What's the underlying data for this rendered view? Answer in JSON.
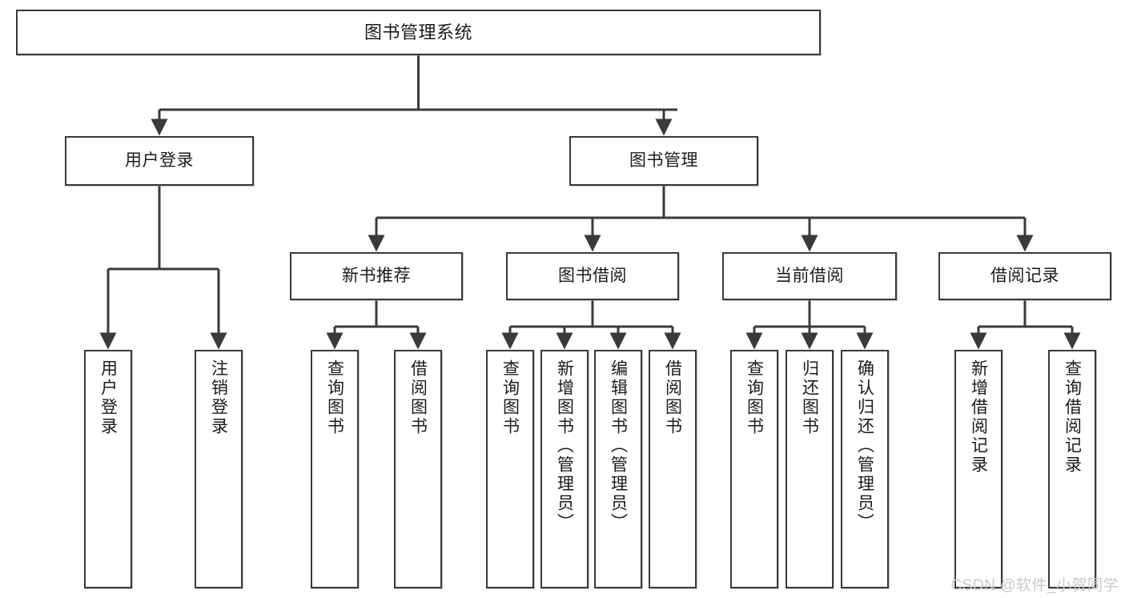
{
  "diagram": {
    "title": "图书管理系统",
    "watermark": "CSDN @软件_小贺同学",
    "type": "tree",
    "line_color": "#3a3a3a",
    "box_fill": "#ffffff",
    "text_color": "#1b1b1b",
    "root": {
      "id": "root",
      "label": "图书管理系统"
    },
    "level2": [
      {
        "id": "user-login",
        "label": "用户登录"
      },
      {
        "id": "book-manage",
        "label": "图书管理"
      }
    ],
    "level3": [
      {
        "id": "new-book-recommend",
        "label": "新书推荐",
        "parent": "book-manage"
      },
      {
        "id": "book-borrow",
        "label": "图书借阅",
        "parent": "book-manage"
      },
      {
        "id": "current-borrow",
        "label": "当前借阅",
        "parent": "book-manage"
      },
      {
        "id": "borrow-record",
        "label": "借阅记录",
        "parent": "book-manage"
      }
    ],
    "leaves": [
      {
        "id": "leaf-user-login",
        "label": "用户登录",
        "parent": "user-login"
      },
      {
        "id": "leaf-user-logout",
        "label": "注销登录",
        "parent": "user-login"
      },
      {
        "id": "leaf-rec-query-book",
        "label": "查询图书",
        "parent": "new-book-recommend"
      },
      {
        "id": "leaf-rec-borrow-book",
        "label": "借阅图书",
        "parent": "new-book-recommend"
      },
      {
        "id": "leaf-borrow-query-book",
        "label": "查询图书",
        "parent": "book-borrow"
      },
      {
        "id": "leaf-borrow-add-book",
        "label": "新增图书（管理员）",
        "parent": "book-borrow"
      },
      {
        "id": "leaf-borrow-edit-book",
        "label": "编辑图书（管理员）",
        "parent": "book-borrow"
      },
      {
        "id": "leaf-borrow-borrow-book",
        "label": "借阅图书",
        "parent": "book-borrow"
      },
      {
        "id": "leaf-cur-query-book",
        "label": "查询图书",
        "parent": "current-borrow"
      },
      {
        "id": "leaf-cur-return-book",
        "label": "归还图书",
        "parent": "current-borrow"
      },
      {
        "id": "leaf-cur-confirm-return",
        "label": "确认归还（管理员）",
        "parent": "current-borrow"
      },
      {
        "id": "leaf-rec-add-record",
        "label": "新增借阅记录",
        "parent": "borrow-record"
      },
      {
        "id": "leaf-rec-query-record",
        "label": "查询借阅记录",
        "parent": "borrow-record"
      }
    ]
  }
}
